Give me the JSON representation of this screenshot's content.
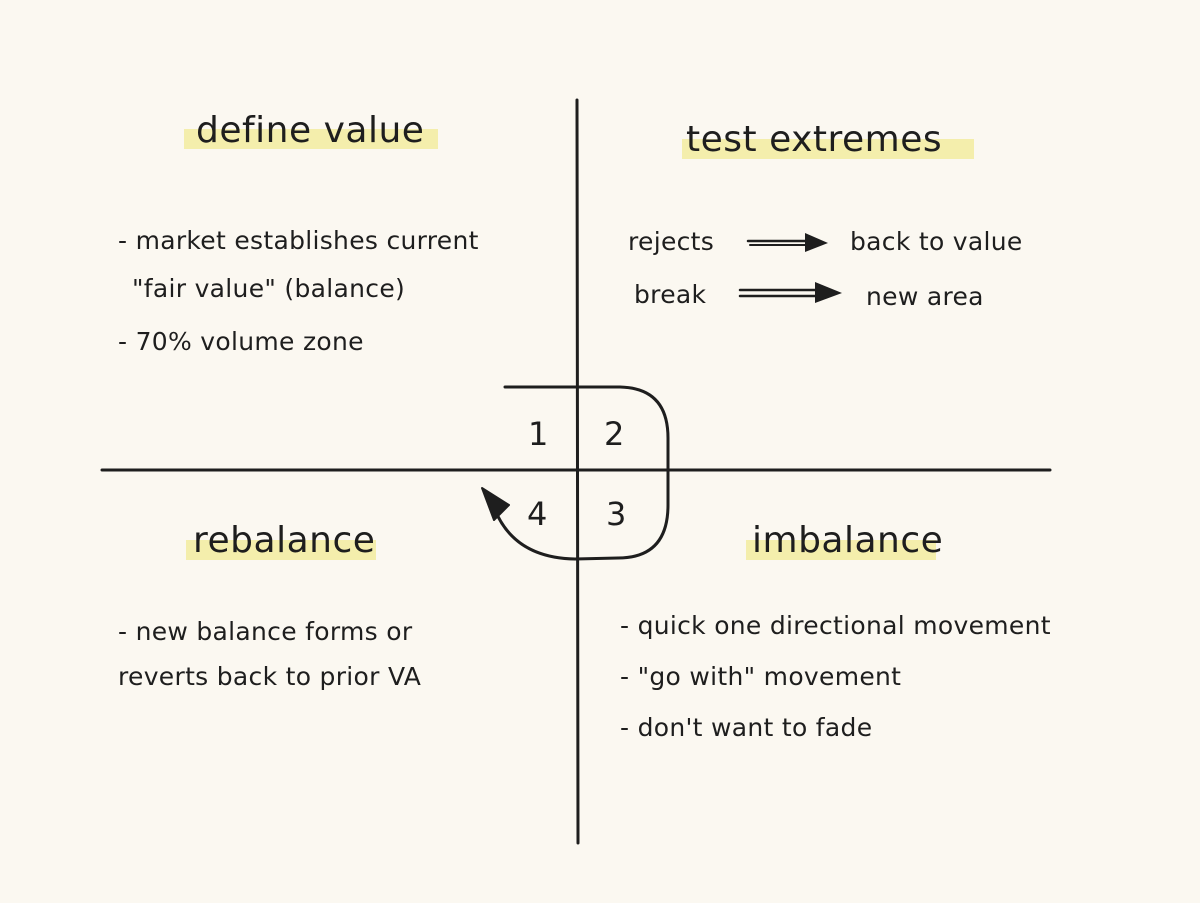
{
  "quadrants": {
    "q1": {
      "title": "define value",
      "lines": [
        "- market establishes current",
        "\"fair value\" (balance)",
        "- 70% volume zone"
      ]
    },
    "q2": {
      "title": "test extremes",
      "rows": [
        {
          "label": "rejects",
          "result": "back to value"
        },
        {
          "label": "break",
          "result": "new area"
        }
      ]
    },
    "q3": {
      "title": "imbalance",
      "lines": [
        "- quick one directional movement",
        "- \"go with\" movement",
        "- don't want to fade"
      ]
    },
    "q4": {
      "title": "rebalance",
      "lines": [
        "- new balance forms or",
        "reverts back to prior VA"
      ]
    }
  },
  "cycle": {
    "numbers": [
      "1",
      "2",
      "3",
      "4"
    ]
  },
  "colors": {
    "background": "#fbf8f1",
    "ink": "#1e1e1e",
    "highlight": "#f2eca0"
  }
}
